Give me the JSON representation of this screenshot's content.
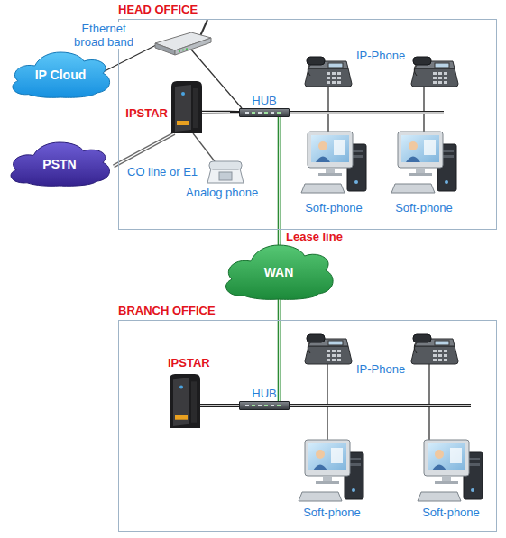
{
  "diagram": {
    "nodes": [
      {
        "text": [
          "HEAD OFFICE"
        ]
      },
      {
        "text": [
          "IP Cloud"
        ]
      },
      {
        "text": [
          "PSTN"
        ]
      },
      {
        "text": [
          "IPSTAR"
        ],
        "in": 0
      },
      {
        "text": [
          "HUB"
        ],
        "in": 0
      },
      {
        "text": [
          "WAN"
        ]
      },
      {
        "text": [
          "BRANCH OFFICE"
        ]
      },
      {
        "text": [
          "IPSTAR"
        ],
        "in": 6
      },
      {
        "text": [
          "HUB"
        ],
        "in": 6
      }
    ],
    "edges": [
      {
        "from": 2,
        "to": 3,
        "label": "CO line or E1",
        "arrow": "none"
      },
      {
        "from": 3,
        "to": 4,
        "arrow": "none"
      },
      {
        "from": 4,
        "to": 5,
        "label": "Lease line",
        "arrow": "none"
      },
      {
        "from": 5,
        "to": 8,
        "arrow": "none"
      },
      {
        "from": 7,
        "to": 8,
        "arrow": "none"
      }
    ],
    "labels": [
      "Ethernet broad band",
      "IP-Phone",
      "Soft-phone",
      "Soft-phone",
      "Analog phone",
      "IP-Phone",
      "Soft-phone",
      "Soft-phone"
    ]
  }
}
